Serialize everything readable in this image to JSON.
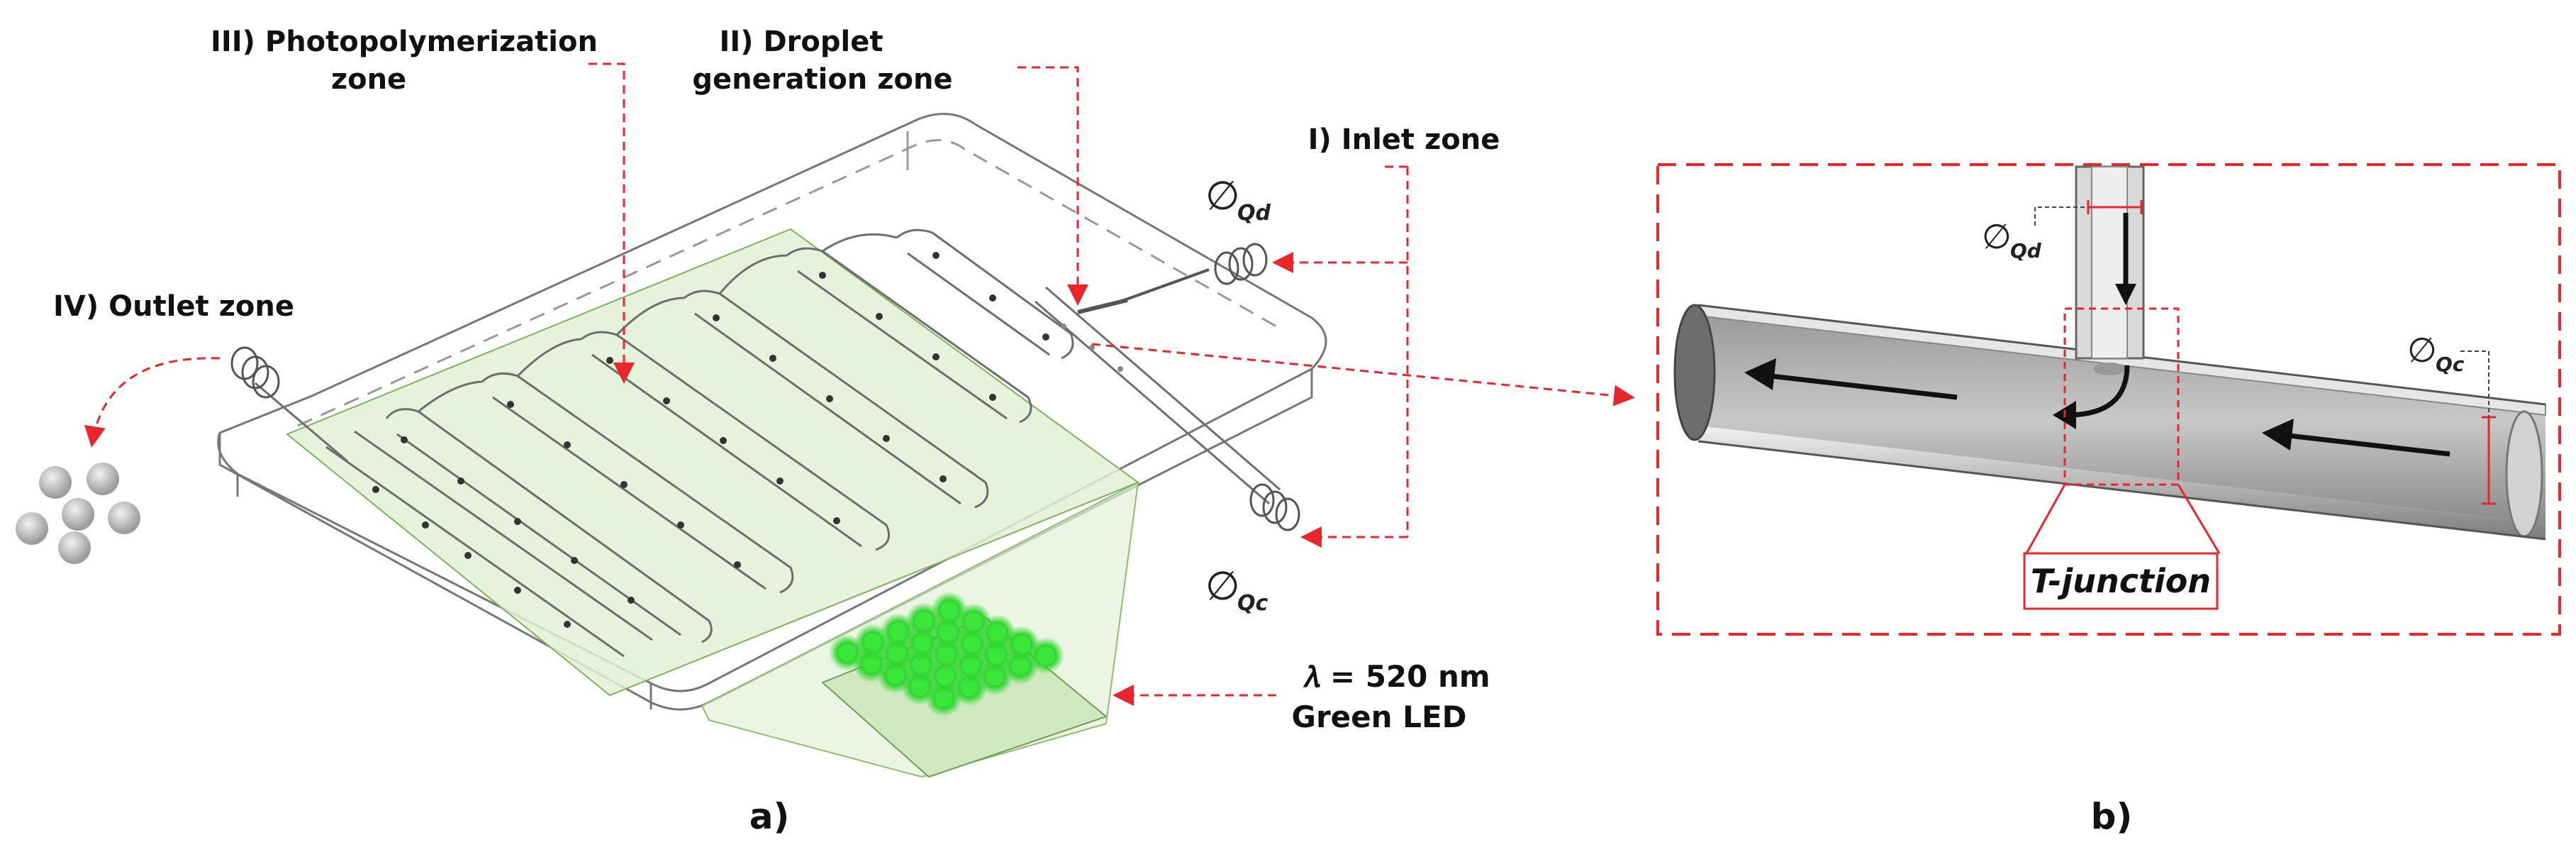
{
  "figure": {
    "panel_a": {
      "panel_label": "a)",
      "zone_photopolymerization_line1": "III) Photopolymerization",
      "zone_photopolymerization_line2": "zone",
      "zone_droplet_line1": "II) Droplet",
      "zone_droplet_line2": "generation zone",
      "zone_inlet": "I) Inlet zone",
      "zone_outlet": "IV) Outlet zone",
      "phi_symbol": "∅",
      "qd_subscript": "Qd",
      "qc_subscript": "Qc",
      "led_equation": "𝜆 = 520 nm",
      "led_name": "Green LED"
    },
    "panel_b": {
      "panel_label": "b)",
      "phi_symbol": "∅",
      "qd_subscript": "Qd",
      "qc_subscript": "Qc",
      "callout": "T-junction"
    },
    "colors": {
      "callout_red": "#e8262b",
      "led_green": "#39e639",
      "zone_fill": "#e3f0d6",
      "outline": "#6f6f6f"
    }
  }
}
